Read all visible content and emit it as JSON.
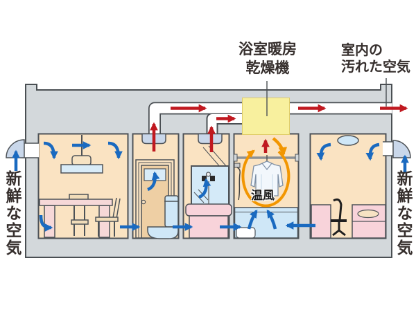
{
  "labels": {
    "bath_dryer_line1": "浴室暖房",
    "bath_dryer_line2": "乾燥機",
    "dirty_air_line1": "室内の",
    "dirty_air_line2": "汚れた空気",
    "fresh_air_left": "新鮮な空気",
    "fresh_air_right": "新鮮な空気",
    "warm_air": "温風"
  },
  "colors": {
    "fresh_air_blue": "#1a6ac0",
    "exhaust_red": "#c01920",
    "warm_air_orange": "#f29600",
    "unit_yellow": "#f8f09e",
    "structure_gray": "#d3d8db",
    "room_cream": "#fae3c2",
    "fixture_blue": "#cfe7f7",
    "furniture_pink": "#f8d3da"
  }
}
